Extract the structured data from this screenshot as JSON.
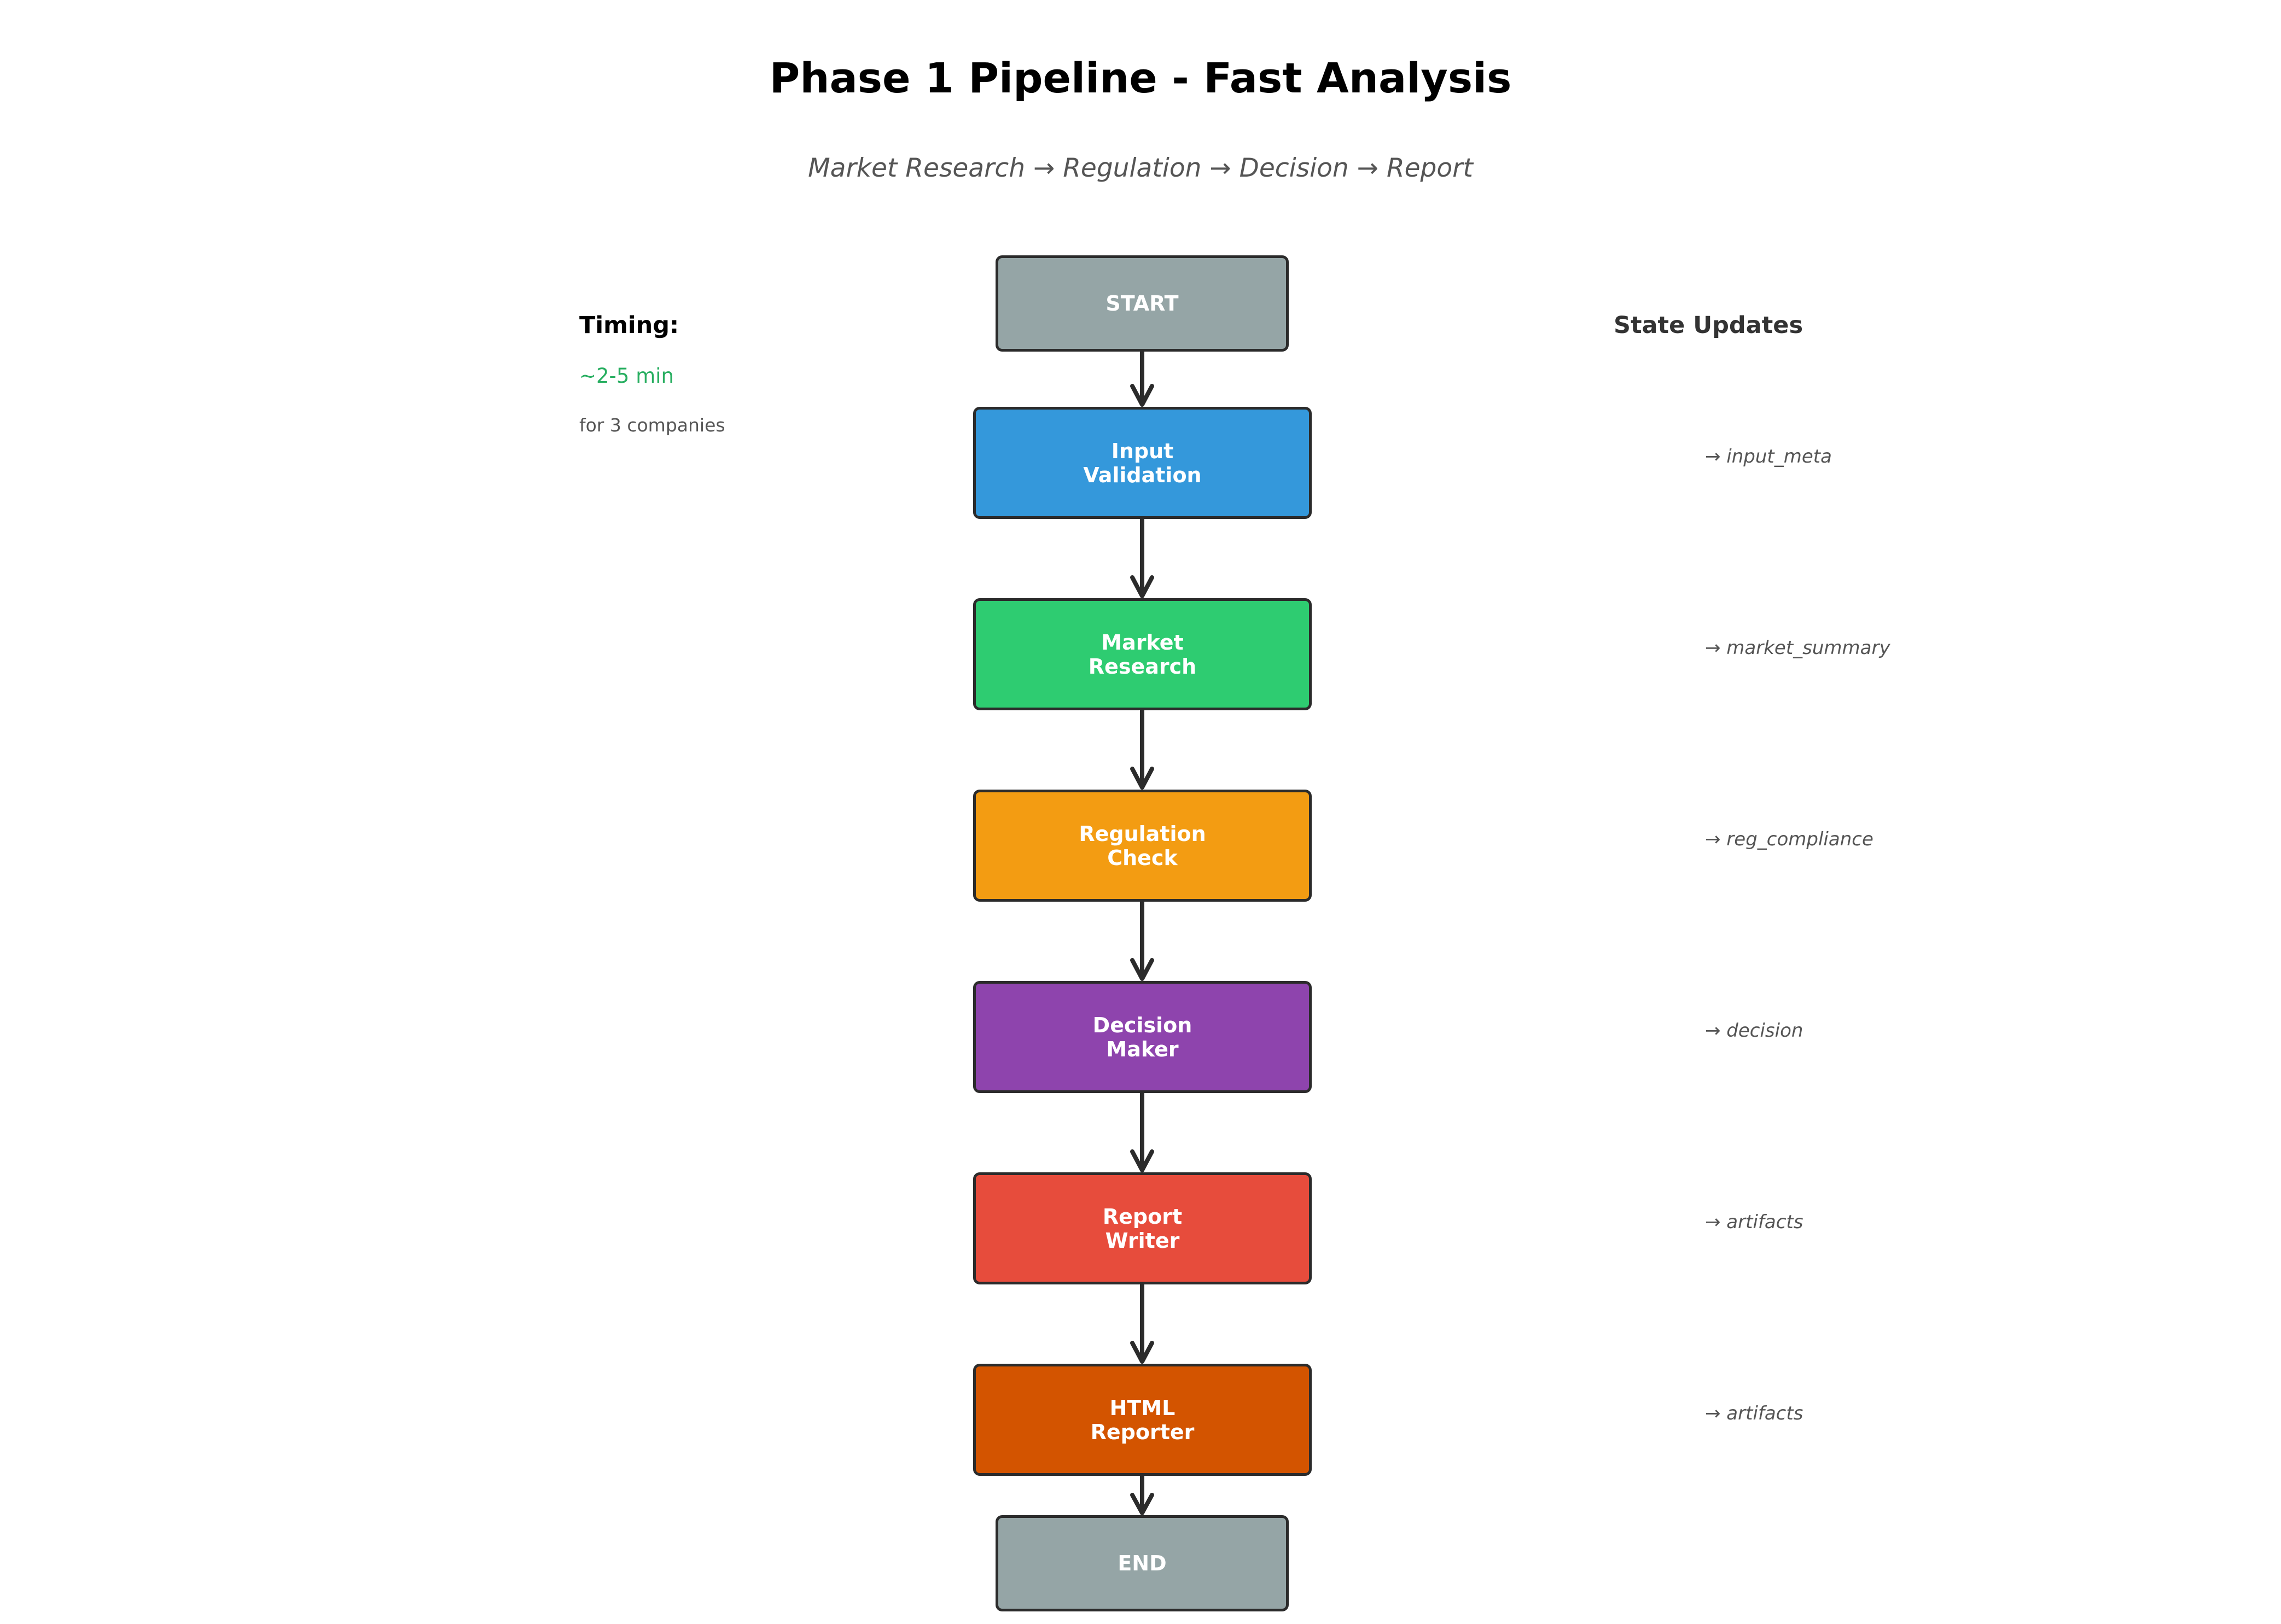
{
  "title": "Phase 1 Pipeline - Fast Analysis",
  "subtitle": "Market Research → Regulation → Decision → Report",
  "timing": {
    "heading": "Timing:",
    "value": "~2-5 min",
    "note": "for 3 companies",
    "value_color": "#27ae60"
  },
  "state_updates": {
    "heading": "State Updates",
    "items": [
      "→ input_meta",
      "→ market_summary",
      "→ reg_compliance",
      "→ decision",
      "→ artifacts",
      "→ artifacts"
    ]
  },
  "nodes": [
    {
      "id": "start",
      "label": "START",
      "color": "#95a5a6"
    },
    {
      "id": "input-validation",
      "label": "Input\nValidation",
      "color": "#3498db"
    },
    {
      "id": "market-research",
      "label": "Market\nResearch",
      "color": "#2ecc71"
    },
    {
      "id": "regulation-check",
      "label": "Regulation\nCheck",
      "color": "#f39c12"
    },
    {
      "id": "decision-maker",
      "label": "Decision\nMaker",
      "color": "#8e44ad"
    },
    {
      "id": "report-writer",
      "label": "Report\nWriter",
      "color": "#e74c3c"
    },
    {
      "id": "html-reporter",
      "label": "HTML\nReporter",
      "color": "#d35400"
    },
    {
      "id": "end",
      "label": "END",
      "color": "#95a5a6"
    }
  ]
}
